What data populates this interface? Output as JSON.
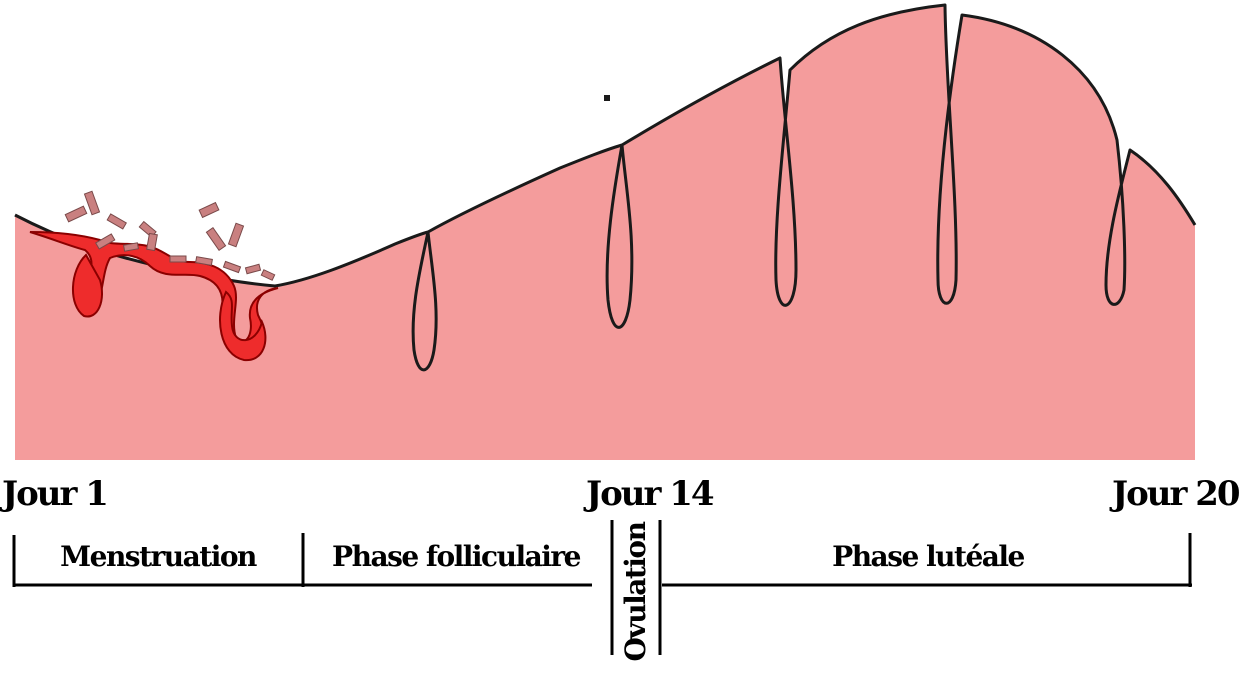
{
  "colors": {
    "tissue": "#F49C9C",
    "tissue_outline": "#1a1a1a",
    "blood": "#EE2C2C",
    "blood_outline": "#8B0000",
    "fragments": "#C98080",
    "text": "#000000"
  },
  "day_labels": {
    "start": "Jour 1",
    "middle": "Jour 14",
    "end": "Jour 20"
  },
  "phases": {
    "menstruation": "Menstruation",
    "follicular": "Phase folliculaire",
    "ovulation": "Ovulation",
    "luteal": "Phase lutéale"
  }
}
